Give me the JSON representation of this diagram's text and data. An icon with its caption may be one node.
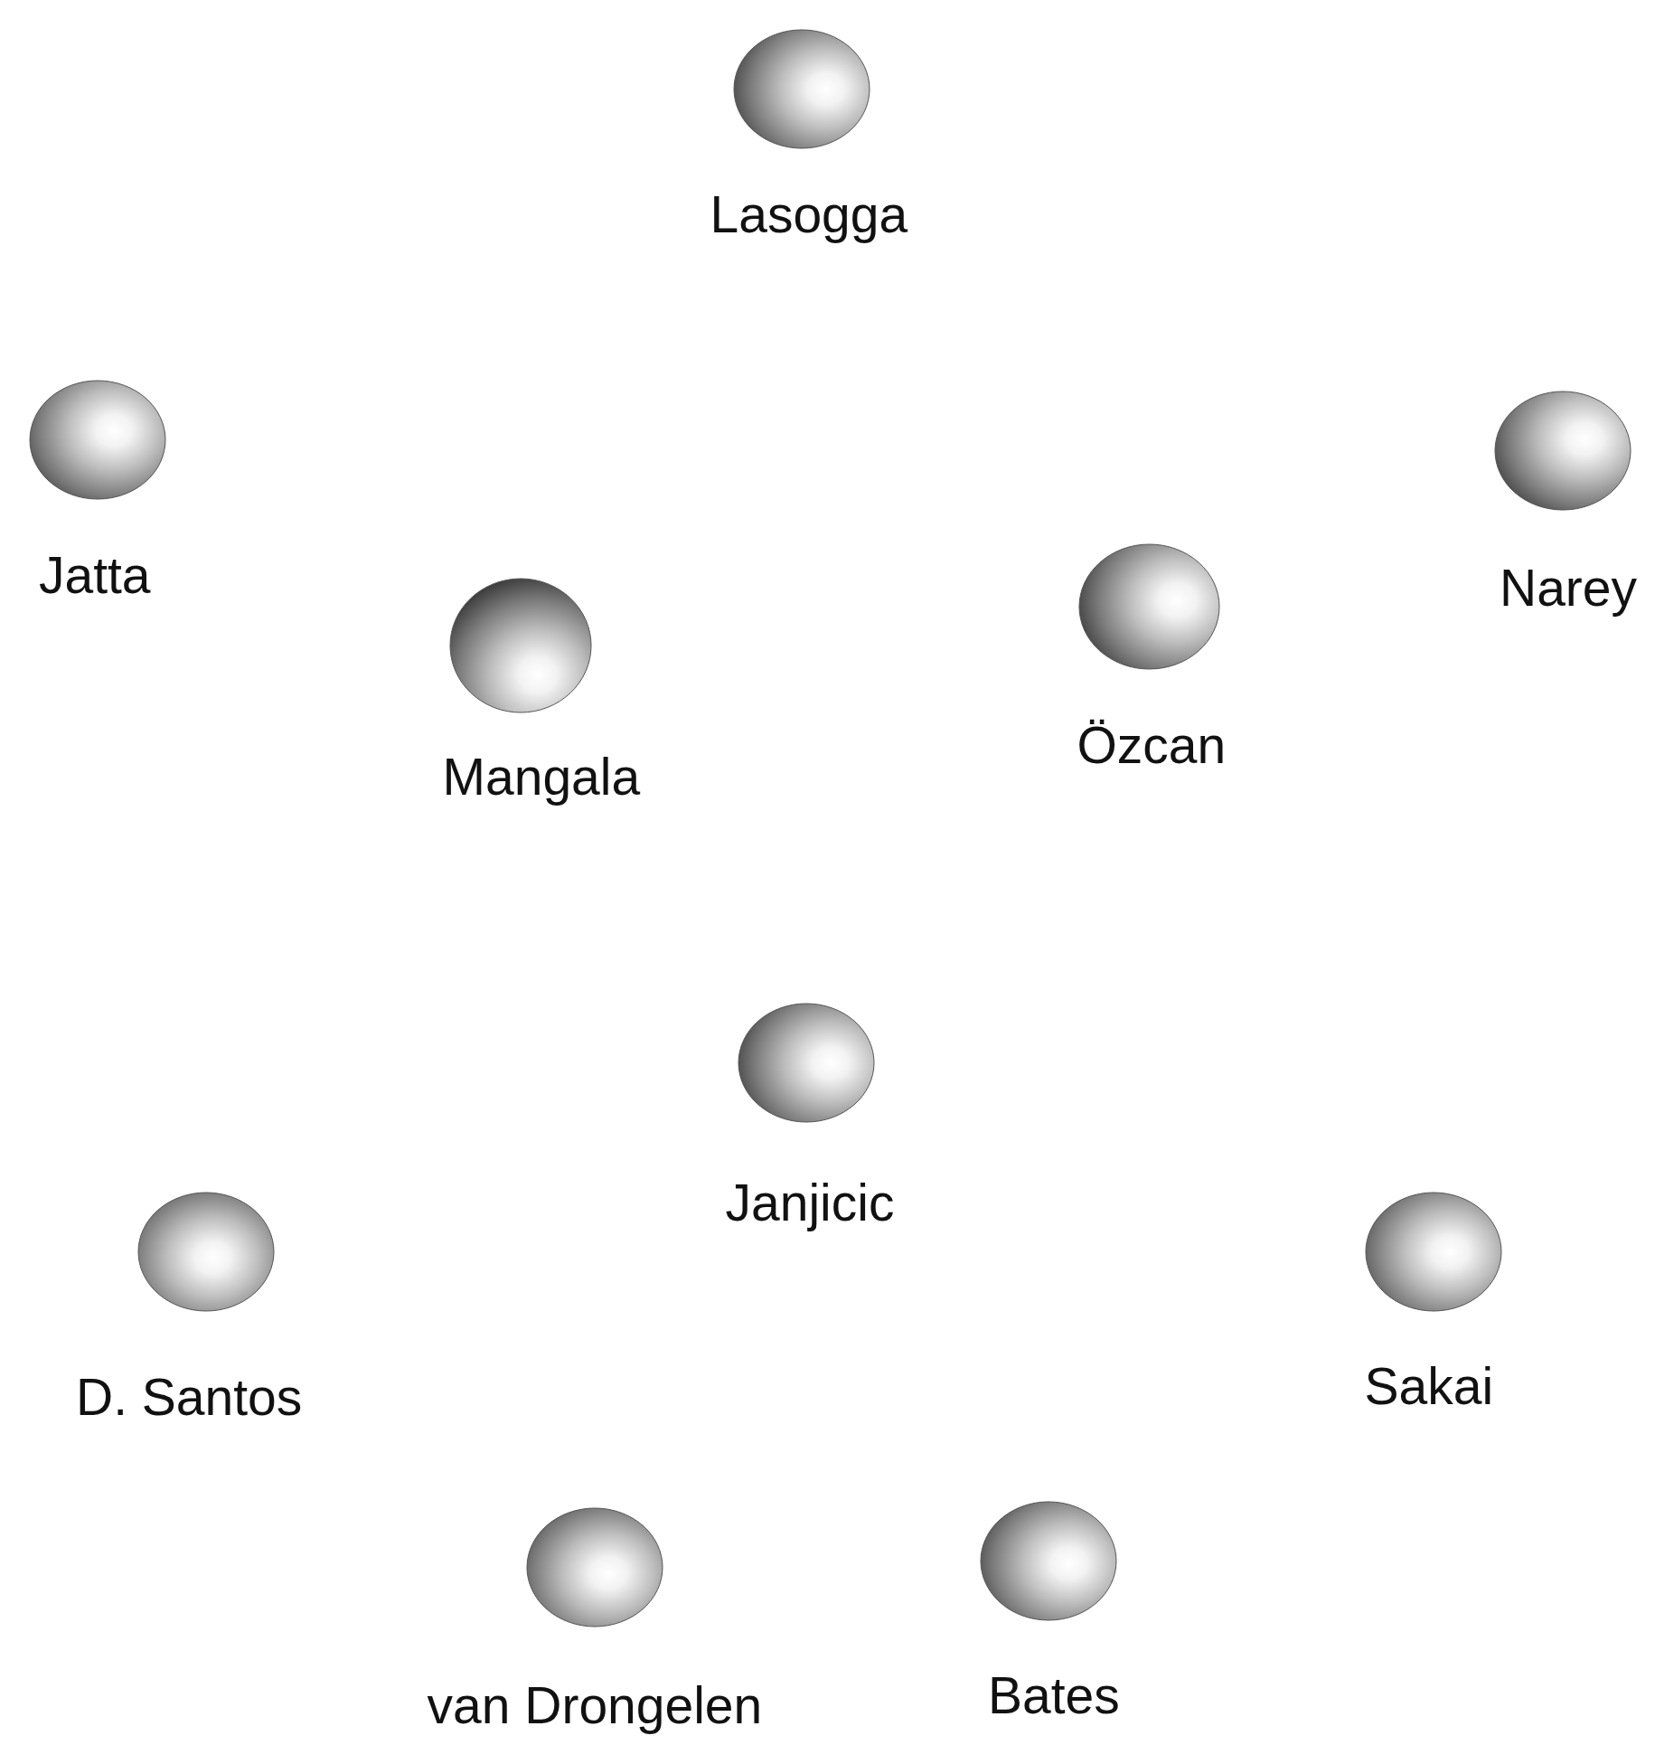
{
  "diagram": {
    "nodes": [
      {
        "text": [
          "Lasogga"
        ]
      },
      {
        "text": [
          "Jatta"
        ]
      },
      {
        "text": [
          "Narey"
        ]
      },
      {
        "text": [
          "Mangala"
        ]
      },
      {
        "text": [
          "Özcan"
        ]
      },
      {
        "text": [
          "Janjicic"
        ]
      },
      {
        "text": [
          "D. Santos"
        ]
      },
      {
        "text": [
          "Sakai"
        ]
      },
      {
        "text": [
          "van Drongelen"
        ]
      },
      {
        "text": [
          "Bates"
        ]
      }
    ]
  }
}
